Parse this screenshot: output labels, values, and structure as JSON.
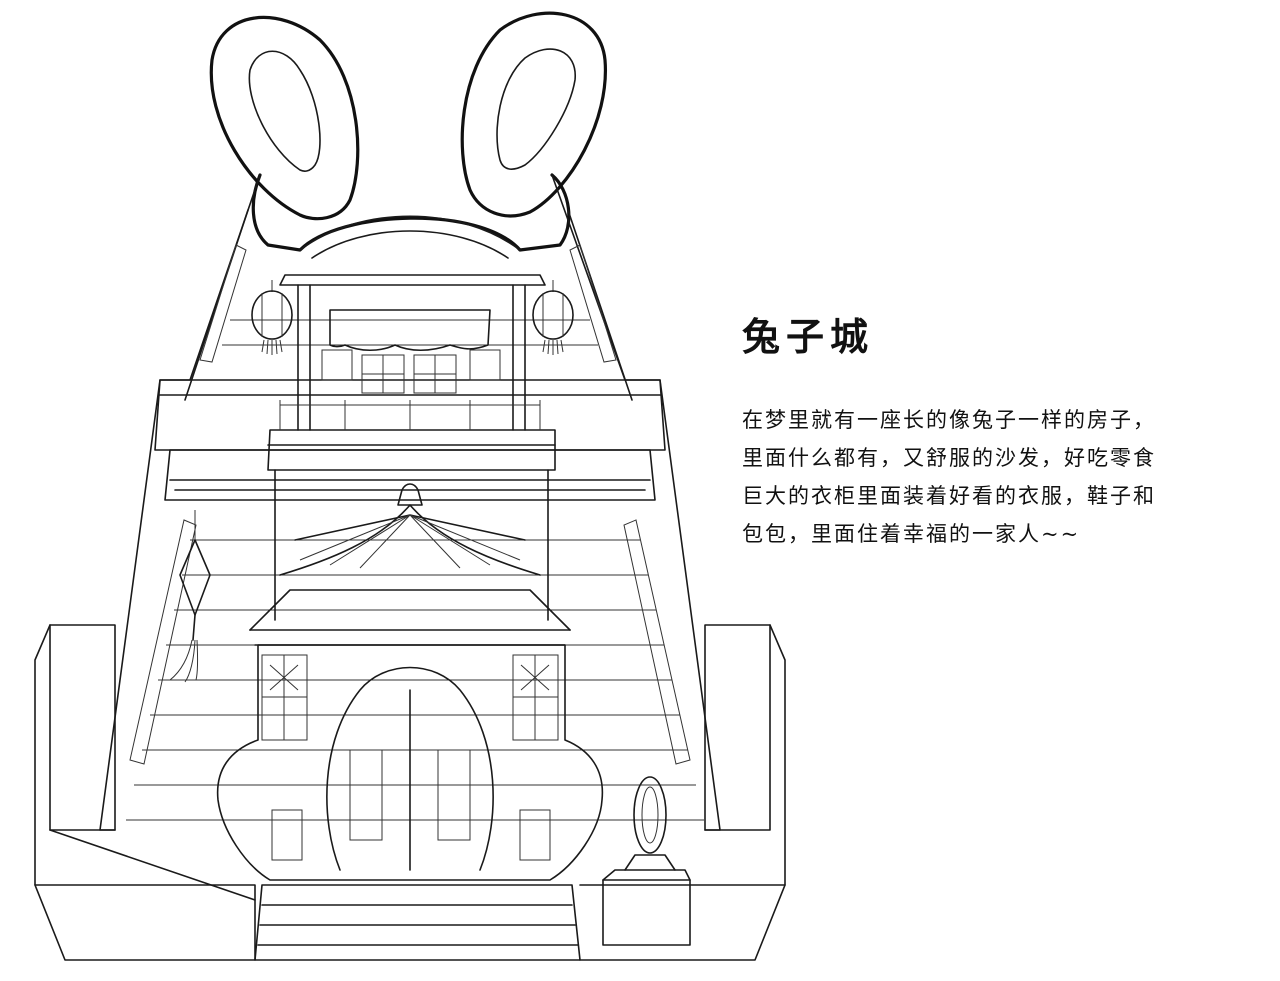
{
  "caption": {
    "title": "兔子城",
    "lines": [
      "在梦里就有一座长的像兔子一样的房子，",
      "里面什么都有，又舒服的沙发，好吃零食",
      "巨大的衣柜里面装着好看的衣服，鞋子和",
      "包包，里面住着幸福的一家人~~"
    ]
  },
  "illustration": {
    "subject": "rabbit-house-sketch"
  }
}
